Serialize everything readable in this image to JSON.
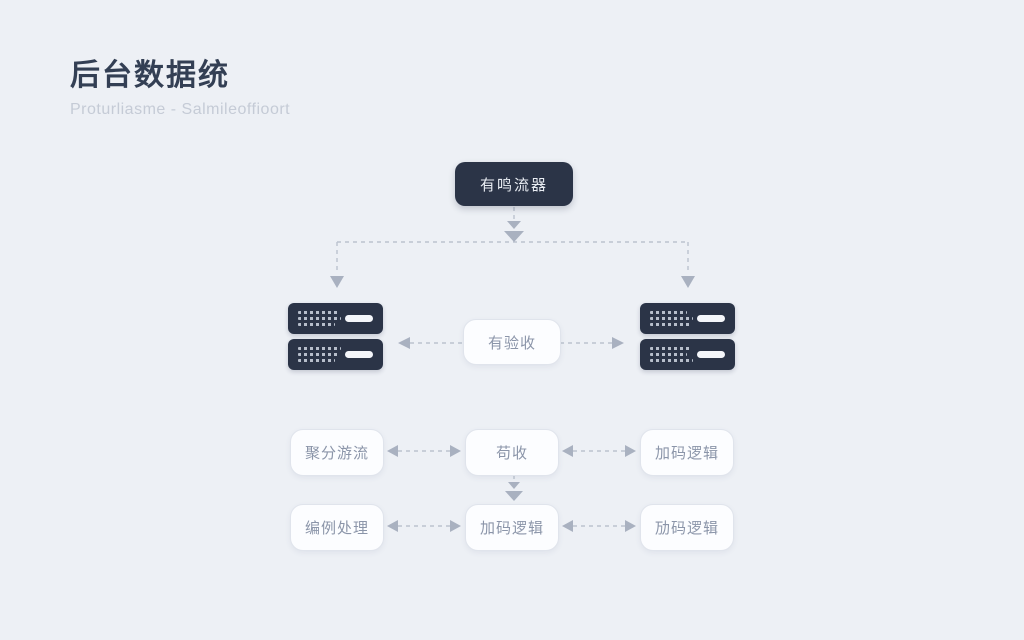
{
  "header": {
    "title": "后台数据统",
    "subtitle": "Proturliasme - Salmileoffioort"
  },
  "colors": {
    "background": "#edf0f5",
    "dark_node_fill": "#2b3447",
    "dark_node_text": "#e9edf3",
    "light_node_fill": "#fcfdff",
    "light_node_border": "#e0e4ec",
    "light_node_text": "#8b95a9",
    "title_text": "#333f54",
    "subtitle_text": "#c5cbd6",
    "connector_line": "#bcc3cf",
    "arrowhead": "#a9b1c0"
  },
  "diagram": {
    "top_node": {
      "label": "有鸣流器"
    },
    "server_left_icon": "server-stack-icon",
    "server_right_icon": "server-stack-icon",
    "mid_node": {
      "label": "有验收"
    },
    "rows": [
      {
        "cells": [
          "聚分游流",
          "苟收",
          "加码逻辑"
        ]
      },
      {
        "cells": [
          "编例处理",
          "加码逻辑",
          "劢码逻辑"
        ]
      }
    ]
  }
}
